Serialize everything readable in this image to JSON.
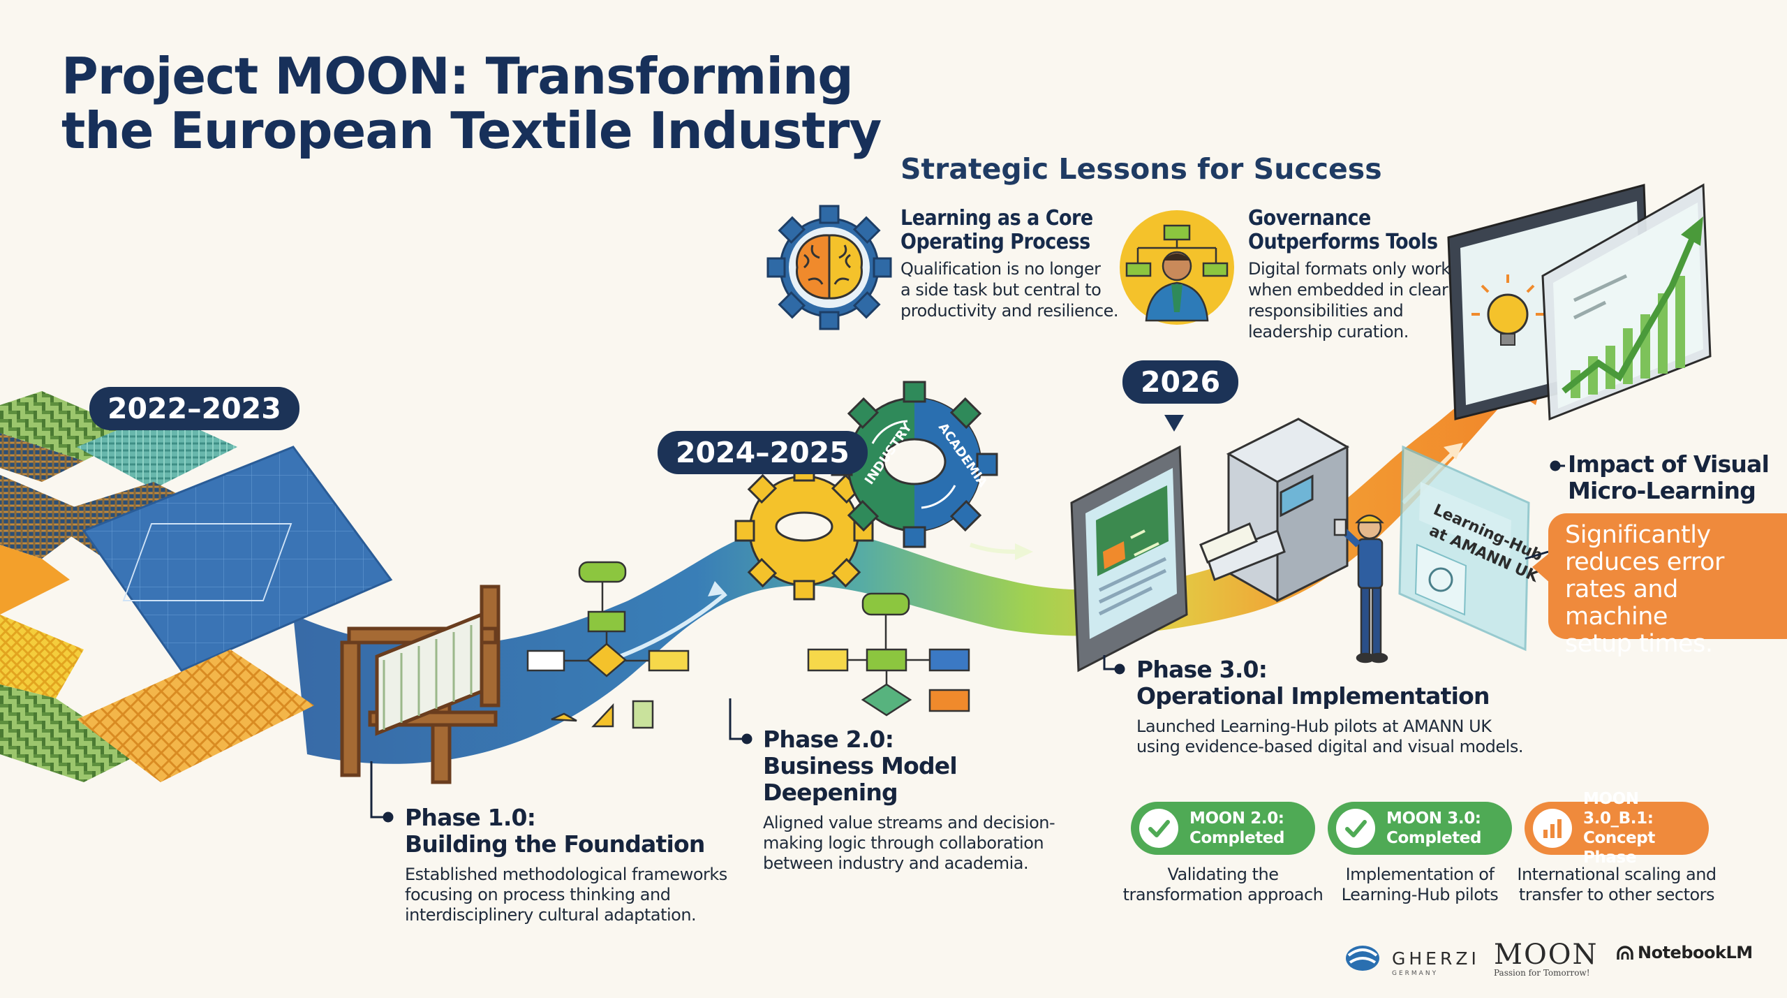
{
  "title": {
    "line1": "Project MOON: Transforming",
    "line2": "the European Textile Industry"
  },
  "lessons": {
    "heading": "Strategic Lessons for Success",
    "items": [
      {
        "title_line1": "Learning as a Core",
        "title_line2": "Operating Process",
        "text_line1": "Qualification is no longer",
        "text_line2": "a side task but central to",
        "text_line3": "productivity and resilience."
      },
      {
        "title_line1": "Governance",
        "title_line2": "Outperforms Tools",
        "text_line1": "Digital formats only work",
        "text_line2": "when embedded in clear",
        "text_line3": "responsibilities and",
        "text_line4": "leadership curation."
      }
    ]
  },
  "timeline": {
    "years": [
      "2022–2023",
      "2024–2025",
      "2026"
    ],
    "gear_labels": [
      "INDUSTRY",
      "ACADEMIA"
    ],
    "screen_label_line1": "Learning-Hub",
    "screen_label_line2": "at AMANN UK"
  },
  "phases": [
    {
      "title_line1": "Phase 1.0:",
      "title_line2": "Building the Foundation",
      "text_line1": "Established methodological frameworks",
      "text_line2": "focusing on process thinking and",
      "text_line3": "interdisciplinery cultural adaptation."
    },
    {
      "title_line1": "Phase 2.0:",
      "title_line2": "Business Model Deepening",
      "text_line1": "Aligned value streams and decision-",
      "text_line2": "making logic through collaboration",
      "text_line3": "between industry and academia."
    },
    {
      "title_line1": "Phase 3.0:",
      "title_line2": "Operational Implementation",
      "text_line1": "Launched Learning-Hub pilots at AMANN UK",
      "text_line2": "using evidence-based digital and visual models."
    }
  ],
  "impact": {
    "title_line1": "Impact of Visual",
    "title_line2": "Micro-Learning",
    "box_line1": "Significantly",
    "box_line2": "reduces error",
    "box_line3": "rates and machine",
    "box_line4": "setup times."
  },
  "statuses": [
    {
      "line1": "MOON 2.0:",
      "line2": "Completed",
      "desc_line1": "Validating the",
      "desc_line2": "transformation approach",
      "color": "#4faa55",
      "icon": "check-icon"
    },
    {
      "line1": "MOON 3.0:",
      "line2": "Completed",
      "desc_line1": "Implementation of",
      "desc_line2": "Learning-Hub pilots",
      "color": "#4faa55",
      "icon": "check-icon"
    },
    {
      "line1": "MOON 3.0_B.1:",
      "line2": "Concept Phase",
      "desc_line1": "International scaling and",
      "desc_line2": "transfer to other sectors",
      "color": "#ef8a3c",
      "icon": "bar-chart-icon"
    }
  ],
  "logos": {
    "gherzi": "GHERZI",
    "gherzi_sub": "GERMANY",
    "moon": "MOON",
    "moon_sub": "Passion for Tomorrow!",
    "notebooklm": "NotebookLM"
  },
  "colors": {
    "navy": "#1c3357",
    "blue_path": "#2f6aa6",
    "green_path": "#8cc63f",
    "orange_path": "#f28c28",
    "impact_orange": "#ef8a3c",
    "status_green": "#4faa55"
  }
}
